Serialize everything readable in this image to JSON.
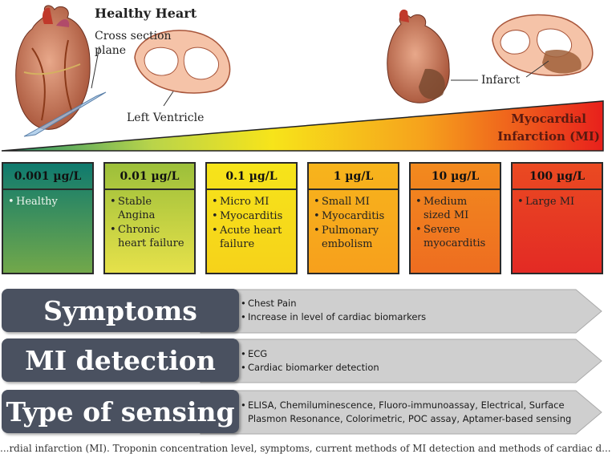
{
  "illustration": {
    "title": "Healthy Heart",
    "cross_section": "Cross section\nplane",
    "left_ventricle": "Left Ventricle",
    "infarct": "Infarct",
    "mi_label": "Myocardial\nInfarction (MI)"
  },
  "levels": [
    {
      "conc": "0.001 µg/L",
      "items": [
        "Healthy"
      ],
      "color_top": "#0f7a6e",
      "color_bottom": "#72a84a"
    },
    {
      "conc": "0.01 µg/L",
      "items": [
        "Stable Angina",
        "Chronic heart failure"
      ],
      "color_top": "#9cbf3a",
      "color_bottom": "#e6e14a"
    },
    {
      "conc": "0.1 µg/L",
      "items": [
        "Micro MI",
        "Myocarditis",
        "Acute heart failure"
      ],
      "color_top": "#f6e41a",
      "color_bottom": "#f6d21a"
    },
    {
      "conc": "1 µg/L",
      "items": [
        "Small MI",
        "Myocarditis",
        "Pulmonary embolism"
      ],
      "color_top": "#f7b41c",
      "color_bottom": "#f7a01c"
    },
    {
      "conc": "10 µg/L",
      "items": [
        "Medium sized MI",
        "Severe myocarditis"
      ],
      "color_top": "#f28a1e",
      "color_bottom": "#ee6d20"
    },
    {
      "conc": "100 µg/L",
      "items": [
        "Large MI"
      ],
      "color_top": "#ea4a22",
      "color_bottom": "#e32a24"
    }
  ],
  "rows": [
    {
      "label": "Symptoms",
      "lines": [
        "Chest Pain",
        "Increase in level of cardiac biomarkers"
      ]
    },
    {
      "label": "MI detection",
      "lines": [
        "ECG",
        "Cardiac biomarker detection"
      ]
    },
    {
      "label": "Type of sensing",
      "lines": [
        "ELISA, Chemiluminescence, Fluoro-immunoassay, Electrical, Surface Plasmon Resonance, Colorimetric, POC assay, Aptamer-based sensing"
      ]
    }
  ],
  "caption": "...rdial infarction (MI). Troponin concentration level, symptoms, current methods of MI detection and methods of cardiac d..."
}
